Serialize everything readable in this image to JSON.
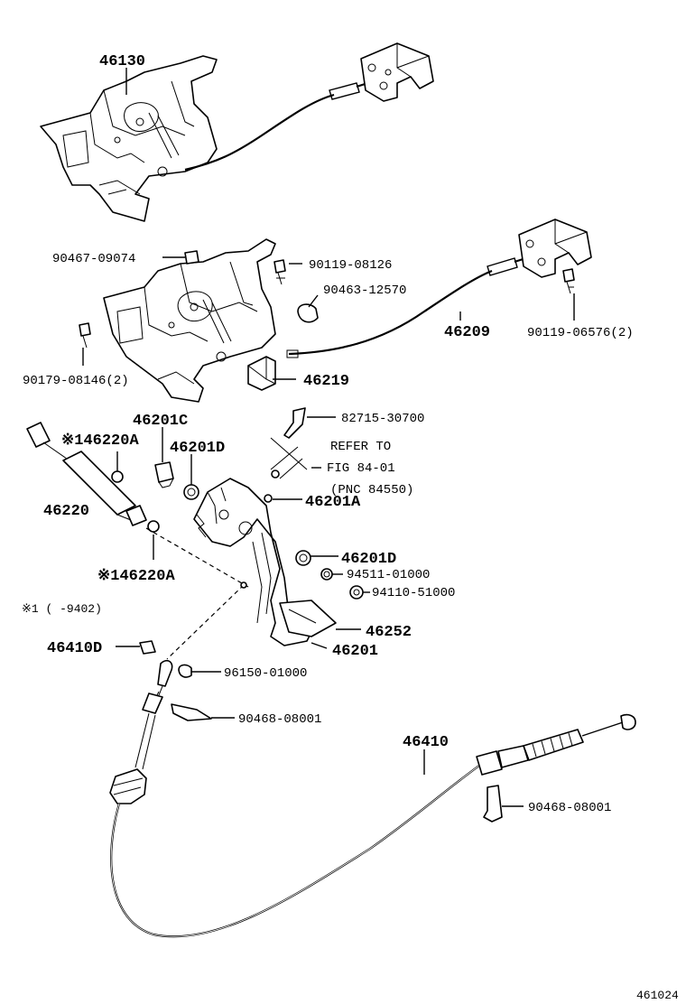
{
  "labels": {
    "p46130": "46130",
    "p90467": "90467-09074",
    "p90119a": "90119-08126",
    "p90463": "90463-12570",
    "p46209": "46209",
    "p90119b": "90119-06576(2)",
    "p90179": "90179-08146(2)",
    "p46219": "46219",
    "p46201C": "46201C",
    "p82715": "82715-30700",
    "p46220A_top": "※146220A",
    "p46201D_top": "46201D",
    "refer1": "REFER TO",
    "refer2": "FIG 84-01",
    "refer3": "(PNC 84550)",
    "p46220": "46220",
    "p46201A": "46201A",
    "p46201D_mid": "46201D",
    "p94511": "94511-01000",
    "p46220A_mid": "※146220A",
    "p94110": "94110-51000",
    "note1": "※1 (    -9402)",
    "p46252": "46252",
    "p46410D": "46410D",
    "p46201": "46201",
    "p96150": "96150-01000",
    "p90468a": "90468-08001",
    "p46410": "46410",
    "p90468b": "90468-08001",
    "figno": "461024"
  }
}
